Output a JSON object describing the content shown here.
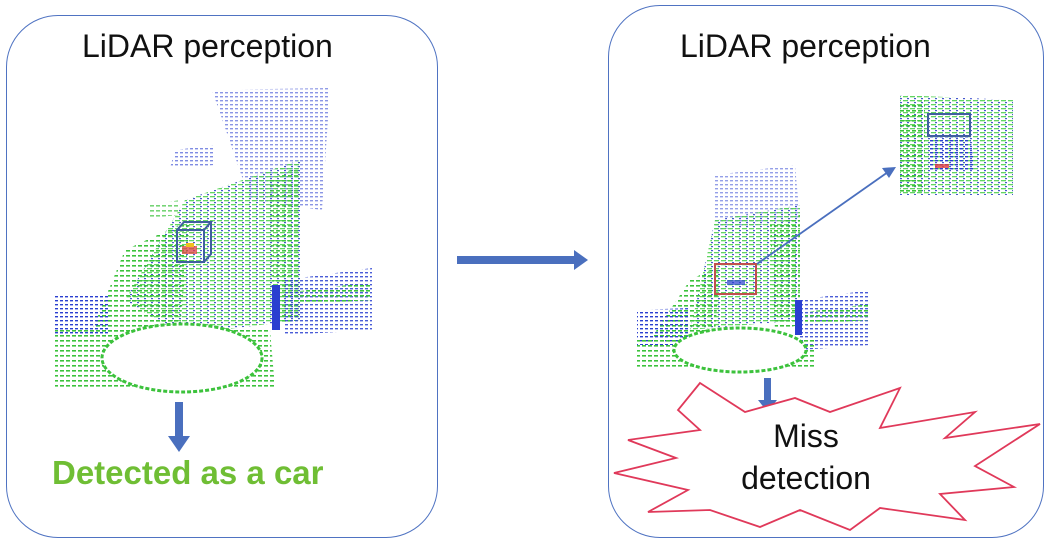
{
  "panels": [
    {
      "title": "LiDAR perception",
      "result": "Detected as a car"
    },
    {
      "title": "LiDAR perception",
      "result_lines": [
        "Miss",
        "detection"
      ]
    }
  ],
  "colors": {
    "panel_border": "#4f73c2",
    "arrow": "#4a6fbe",
    "result_green": "#6fbe34",
    "star_border": "#e0395a",
    "highlight_box": "#c0504d",
    "bbox": "#3f5f9f"
  },
  "icons": [
    "down-arrow-icon",
    "right-arrow-icon",
    "zoom-arrow-icon",
    "explosion-star-icon"
  ]
}
